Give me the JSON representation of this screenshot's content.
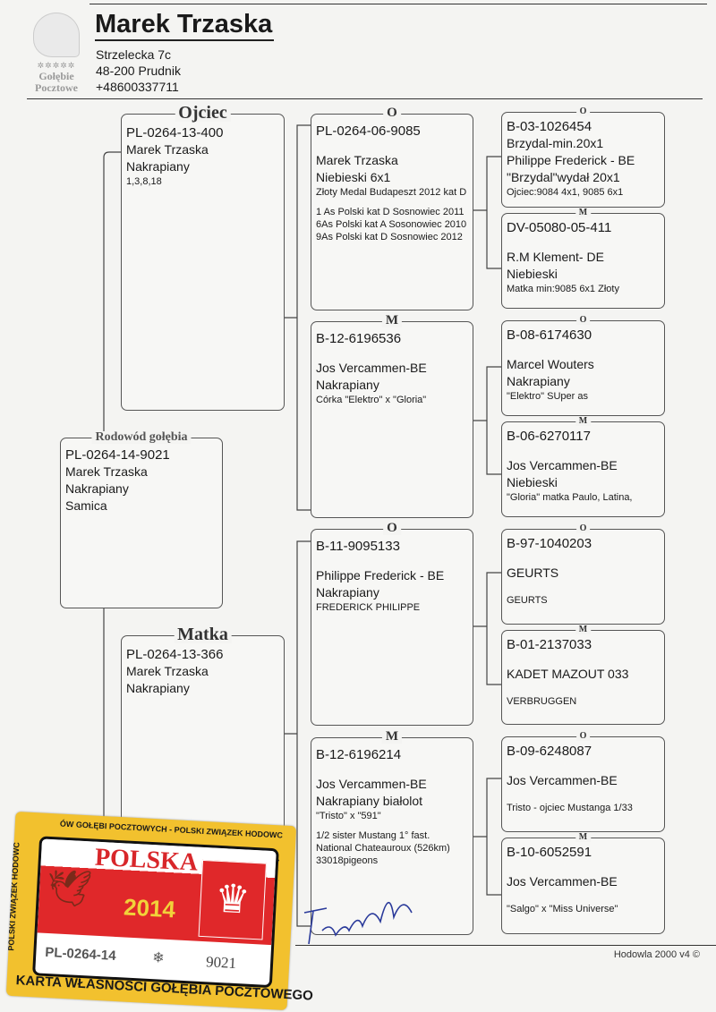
{
  "header": {
    "logo_text": [
      "Gołębie",
      "Pocztowe"
    ],
    "owner_name": "Marek Trzaska",
    "address_street": "Strzelecka 7c",
    "address_city": "48-200 Prudnik",
    "phone": "+48600337711"
  },
  "pedigree": {
    "subject": {
      "label": "Rodowód gołębia",
      "ring": "PL-0264-14-9021",
      "lines": [
        "Marek Trzaska",
        "Nakrapiany",
        "Samica"
      ],
      "notes": []
    },
    "father": {
      "label": "Ojciec",
      "ring": "PL-0264-13-400",
      "lines": [
        "Marek Trzaska",
        "Nakrapiany"
      ],
      "notes": [
        "1,3,8,18"
      ]
    },
    "mother": {
      "label": "Matka",
      "ring": "PL-0264-13-366",
      "lines": [
        "Marek Trzaska",
        "Nakrapiany"
      ],
      "notes": []
    },
    "ff": {
      "label": "O",
      "ring": "PL-0264-06-9085",
      "lines": [
        "Marek Trzaska",
        "Niebieski 6x1"
      ],
      "notes": [
        " Złoty Medal Budapeszt 2012 kat D",
        "",
        "1 As Polski kat D Sosnowiec 2011",
        "6As Polski kat A Sosonowiec 2010",
        "9As Polski kat D Sosnowiec 2012"
      ]
    },
    "fm": {
      "label": "M",
      "ring": "B-12-6196536",
      "lines": [
        "Jos Vercammen-BE",
        "Nakrapiany"
      ],
      "notes": [
        "Córka \"Elektro\" x \"Gloria\""
      ]
    },
    "mf": {
      "label": "O",
      "ring": "B-11-9095133",
      "lines": [
        "Philippe Frederick - BE",
        "Nakrapiany"
      ],
      "notes": [
        "FREDERICK PHILIPPE"
      ]
    },
    "mm": {
      "label": "M",
      "ring": "B-12-6196214",
      "lines": [
        "Jos Vercammen-BE",
        "Nakrapiany białolot"
      ],
      "notes": [
        "\"Tristo\" x \"591\"",
        "",
        "1/2 sister Mustang 1° fast. National Chateauroux (526km) 33018pigeons"
      ]
    },
    "fff": {
      "label": "O",
      "ring": "B-03-1026454",
      "lines": [
        "Brzydal-min.20x1",
        "Philippe Frederick - BE",
        "\"Brzydal\"wydał 20x1"
      ],
      "notes": [
        "Ojciec:9084  4x1, 9085 6x1"
      ]
    },
    "ffm": {
      "label": "M",
      "ring": "DV-05080-05-411",
      "lines": [
        "R.M Klement- DE",
        "Niebieski"
      ],
      "notes": [
        "Matka min:9085 6x1 Złoty"
      ]
    },
    "fmf": {
      "label": "O",
      "ring": "B-08-6174630",
      "lines": [
        "Marcel Wouters",
        "Nakrapiany"
      ],
      "notes": [
        "\"Elektro\" SUper as"
      ]
    },
    "fmm": {
      "label": "M",
      "ring": "B-06-6270117",
      "lines": [
        "Jos Vercammen-BE",
        "Niebieski"
      ],
      "notes": [
        "\"Gloria\" matka Paulo, Latina,"
      ]
    },
    "mff": {
      "label": "O",
      "ring": "B-97-1040203",
      "lines": [
        "GEURTS"
      ],
      "notes": [
        "GEURTS"
      ]
    },
    "mfm": {
      "label": "M",
      "ring": "B-01-2137033",
      "lines": [
        "KADET MAZOUT 033"
      ],
      "notes": [
        "VERBRUGGEN"
      ]
    },
    "mmf": {
      "label": "O",
      "ring": "B-09-6248087",
      "lines": [
        "Jos Vercammen-BE"
      ],
      "notes": [
        "Tristo - ojciec Mustanga 1/33"
      ]
    },
    "mmm": {
      "label": "M",
      "ring": "B-10-6052591",
      "lines": [
        "Jos Vercammen-BE"
      ],
      "notes": [
        "\"Salgo\" x \"Miss Universe\""
      ]
    }
  },
  "footer": {
    "software": "Hodowla 2000 v4 ©"
  },
  "sticker": {
    "top_text": "ÓW GOŁĘBI POCZTOWYCH - POLSKI ZWIĄZEK HODOWC",
    "left_text": "POLSKI ZWIĄZEK HODOWC",
    "right_text": "ÓW GOŁĘBI POCZTOWYCH",
    "country": "POLSKA",
    "year": "2014",
    "ring_prefix": "PL-0264-14",
    "ring_number": "9021",
    "bottom_text": "KARTA WŁASNOŚCI GOŁĘBIA POCZTOWEGO"
  }
}
